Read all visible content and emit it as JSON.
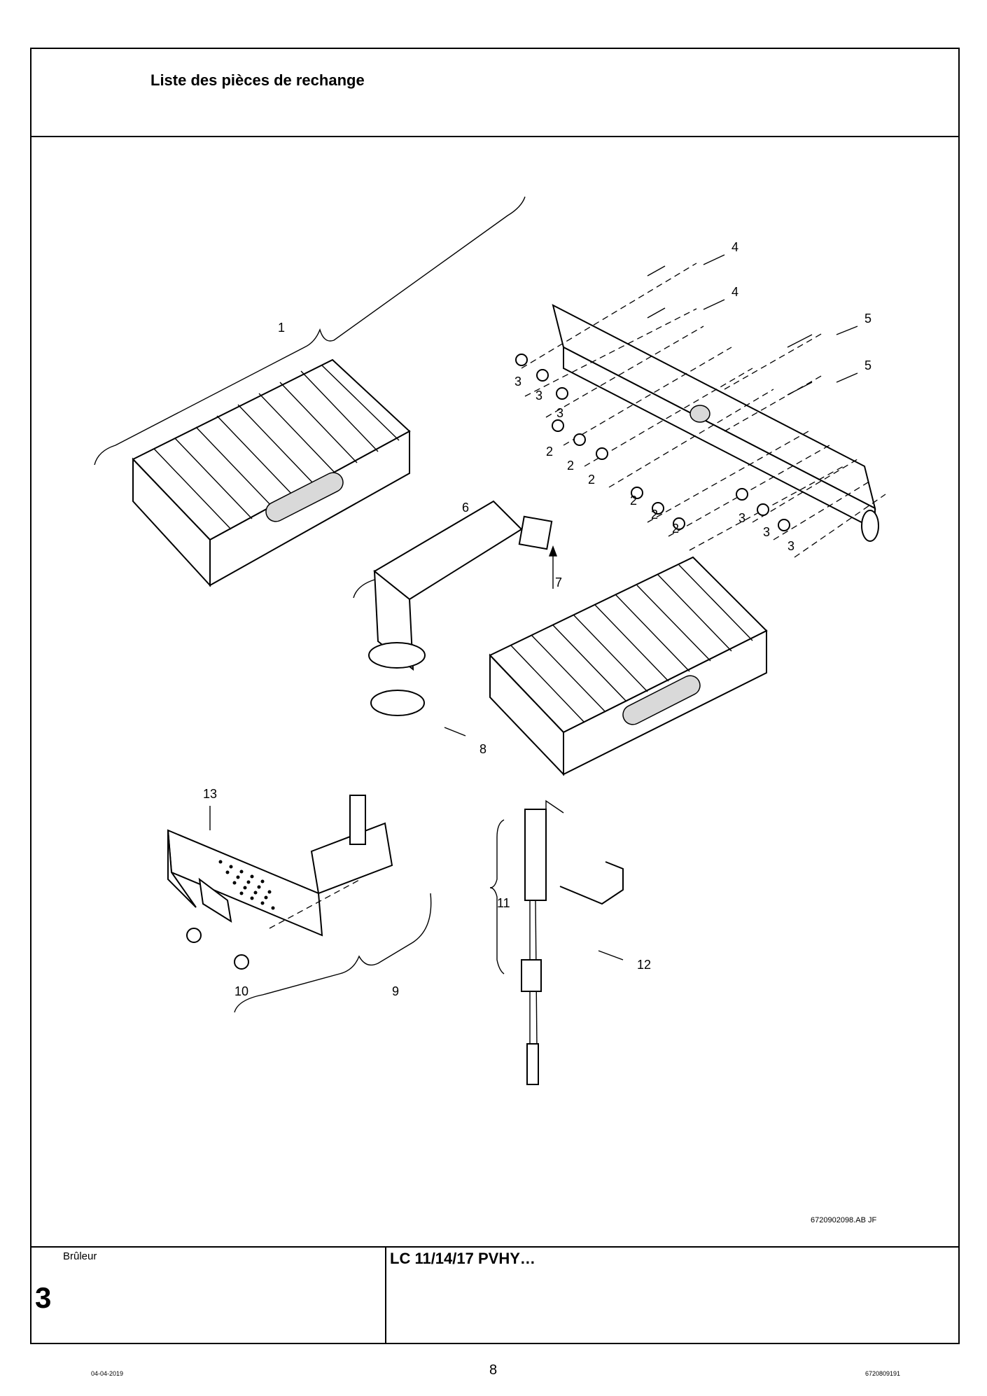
{
  "header": {
    "title": "Liste des pièces de rechange"
  },
  "drawing": {
    "reference": "6720902098.AB JF",
    "callouts": [
      "1",
      "2",
      "3",
      "4",
      "5",
      "6",
      "7",
      "8",
      "9",
      "10",
      "11",
      "12",
      "13"
    ]
  },
  "footer_block": {
    "section_name": "Brûleur",
    "section_number": "3",
    "model": "LC 11/14/17 PVHY…"
  },
  "page_footer": {
    "date": "04-04-2019",
    "page": "8",
    "doc_number": "6720809191"
  }
}
